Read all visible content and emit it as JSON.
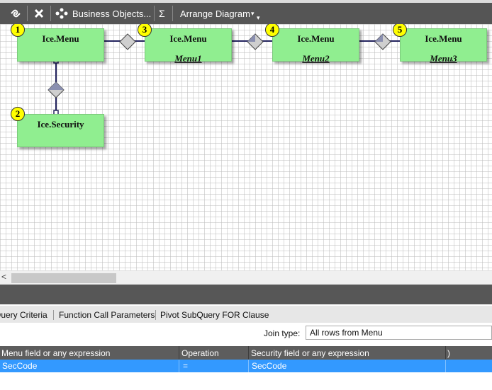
{
  "toolbar": {
    "business_objects_label": "Business Objects...",
    "sum_label": "Σ",
    "arrange_label": "Arrange Diagram",
    "arrange_caret": "▾",
    "extra_caret": "▾"
  },
  "diagram": {
    "nodes": [
      {
        "badge": "1",
        "title": "Ice.Menu",
        "alias": ""
      },
      {
        "badge": "2",
        "title": "Ice.Security",
        "alias": ""
      },
      {
        "badge": "3",
        "title": "Ice.Menu",
        "alias": "Menu1"
      },
      {
        "badge": "4",
        "title": "Ice.Menu",
        "alias": "Menu2"
      },
      {
        "badge": "5",
        "title": "Ice.Menu",
        "alias": "Menu3"
      }
    ]
  },
  "scrollbar": {
    "left_arrow": "<"
  },
  "tabs": [
    "Query Criteria",
    "Function Call Parameters",
    "Pivot SubQuery FOR Clause"
  ],
  "join_type": {
    "label": "Join type:",
    "value": "All rows from Menu"
  },
  "grid": {
    "columns": [
      "Menu field or any expression",
      "Operation",
      "Security field or any expression",
      ")"
    ],
    "rows": [
      {
        "left": "SecCode",
        "op": "=",
        "right": "SecCode",
        "paren": ""
      }
    ]
  },
  "colors": {
    "node_fill": "#90ee90",
    "badge_fill": "#ffff00",
    "selection": "#3399ff",
    "toolbar": "#555555"
  }
}
